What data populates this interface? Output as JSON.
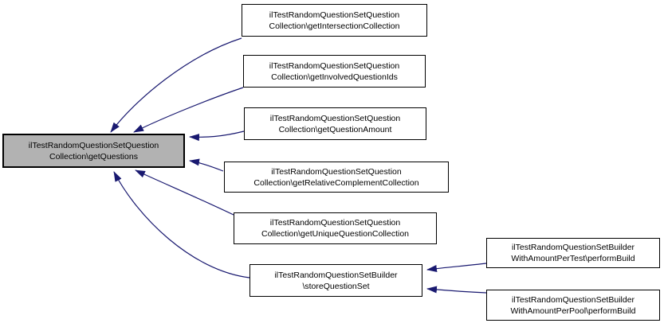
{
  "diagram_type": "call-graph",
  "colors": {
    "background": "#ffffff",
    "edge": "#191970",
    "node_border": "#000000",
    "node_fill": "#ffffff",
    "highlighted_node_fill": "#b2b2b2",
    "text": "#000000"
  },
  "nodes": {
    "main": {
      "line1": "ilTestRandomQuestionSetQuestion",
      "line2": "Collection\\getQuestions",
      "highlighted": true
    },
    "intersection": {
      "line1": "ilTestRandomQuestionSetQuestion",
      "line2": "Collection\\getIntersectionCollection",
      "highlighted": false
    },
    "involved": {
      "line1": "ilTestRandomQuestionSetQuestion",
      "line2": "Collection\\getInvolvedQuestionIds",
      "highlighted": false
    },
    "amount": {
      "line1": "ilTestRandomQuestionSetQuestion",
      "line2": "Collection\\getQuestionAmount",
      "highlighted": false
    },
    "relative": {
      "line1": "ilTestRandomQuestionSetQuestion",
      "line2": "Collection\\getRelativeComplementCollection",
      "highlighted": false
    },
    "unique": {
      "line1": "ilTestRandomQuestionSetQuestion",
      "line2": "Collection\\getUniqueQuestionCollection",
      "highlighted": false
    },
    "store": {
      "line1": "ilTestRandomQuestionSetBuilder",
      "line2": "\\storeQuestionSet",
      "highlighted": false
    },
    "pertest": {
      "line1": "ilTestRandomQuestionSetBuilder",
      "line2": "WithAmountPerTest\\performBuild",
      "highlighted": false
    },
    "perpool": {
      "line1": "ilTestRandomQuestionSetBuilder",
      "line2": "WithAmountPerPool\\performBuild",
      "highlighted": false
    }
  },
  "edges": [
    {
      "from": "intersection",
      "to": "main"
    },
    {
      "from": "involved",
      "to": "main"
    },
    {
      "from": "amount",
      "to": "main"
    },
    {
      "from": "relative",
      "to": "main"
    },
    {
      "from": "unique",
      "to": "main"
    },
    {
      "from": "store",
      "to": "main"
    },
    {
      "from": "pertest",
      "to": "store"
    },
    {
      "from": "perpool",
      "to": "store"
    }
  ]
}
